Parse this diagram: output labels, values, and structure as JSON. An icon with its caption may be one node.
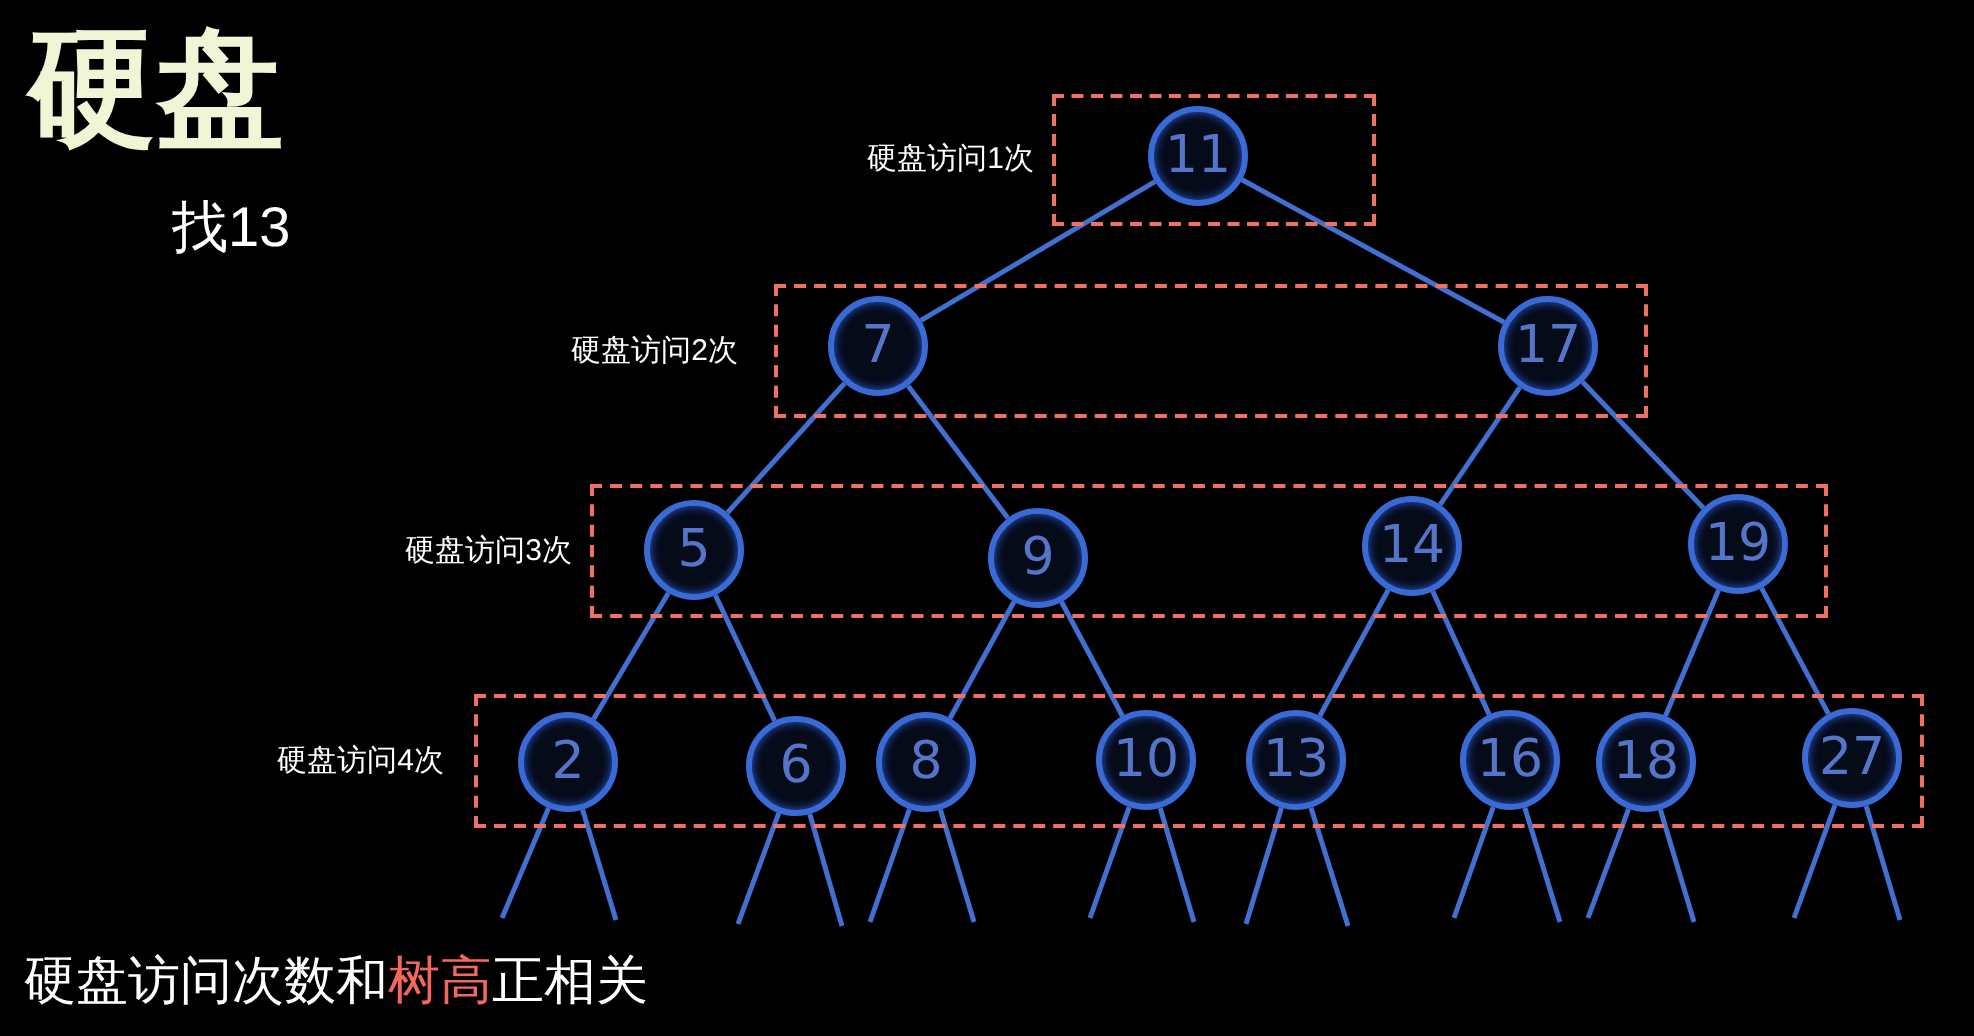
{
  "diagram": {
    "title": "硬盘",
    "caption": "硬盘访问次数和**树高**正相关",
    "nodes": [
      {
        "text": [
          "硬盘访问1次"
        ]
      },
      {
        "text": [
          "11"
        ],
        "in": 0
      },
      {
        "text": [
          "硬盘访问2次"
        ]
      },
      {
        "text": [
          "7"
        ],
        "in": 2
      },
      {
        "text": [
          "17"
        ],
        "in": 2
      },
      {
        "text": [
          "硬盘访问3次"
        ]
      },
      {
        "text": [
          "5"
        ],
        "in": 5
      },
      {
        "text": [
          "9"
        ],
        "in": 5
      },
      {
        "text": [
          "14"
        ],
        "in": 5
      },
      {
        "text": [
          "19"
        ],
        "in": 5
      },
      {
        "text": [
          "硬盘访问4次"
        ]
      },
      {
        "text": [
          "2"
        ],
        "in": 10
      },
      {
        "text": [
          "6"
        ],
        "in": 10
      },
      {
        "text": [
          "8"
        ],
        "in": 10
      },
      {
        "text": [
          "10"
        ],
        "in": 10
      },
      {
        "text": [
          "13"
        ],
        "in": 10
      },
      {
        "text": [
          "16"
        ],
        "in": 10
      },
      {
        "text": [
          "18"
        ],
        "in": 10
      },
      {
        "text": [
          "27"
        ],
        "in": 10
      }
    ],
    "edges": [
      {
        "from": 1,
        "to": 3,
        "arrow": "none"
      },
      {
        "from": 1,
        "to": 4,
        "arrow": "none"
      },
      {
        "from": 3,
        "to": 6,
        "arrow": "none"
      },
      {
        "from": 3,
        "to": 7,
        "arrow": "none"
      },
      {
        "from": 4,
        "to": 8,
        "arrow": "none"
      },
      {
        "from": 4,
        "to": 9,
        "arrow": "none"
      },
      {
        "from": 6,
        "to": 11,
        "arrow": "none"
      },
      {
        "from": 6,
        "to": 12,
        "arrow": "none"
      },
      {
        "from": 7,
        "to": 13,
        "arrow": "none"
      },
      {
        "from": 7,
        "to": 14,
        "arrow": "none"
      },
      {
        "from": 8,
        "to": 15,
        "arrow": "none"
      },
      {
        "from": 8,
        "to": 16,
        "arrow": "none"
      },
      {
        "from": 9,
        "to": 17,
        "arrow": "none"
      },
      {
        "from": 9,
        "to": 18,
        "arrow": "none"
      },
      {
        "from": 11,
        "to": null,
        "arrow": "none"
      },
      {
        "from": 11,
        "to": null,
        "arrow": "none"
      },
      {
        "from": 12,
        "to": null,
        "arrow": "none"
      },
      {
        "from": 12,
        "to": null,
        "arrow": "none"
      },
      {
        "from": 13,
        "to": null,
        "arrow": "none"
      },
      {
        "from": 13,
        "to": null,
        "arrow": "none"
      },
      {
        "from": 14,
        "to": null,
        "arrow": "none"
      },
      {
        "from": 14,
        "to": null,
        "arrow": "none"
      },
      {
        "from": 15,
        "to": null,
        "arrow": "none"
      },
      {
        "from": 15,
        "to": null,
        "arrow": "none"
      },
      {
        "from": 16,
        "to": null,
        "arrow": "none"
      },
      {
        "from": 16,
        "to": null,
        "arrow": "none"
      },
      {
        "from": 17,
        "to": null,
        "arrow": "none"
      },
      {
        "from": 17,
        "to": null,
        "arrow": "none"
      },
      {
        "from": 18,
        "to": null,
        "arrow": "none"
      },
      {
        "from": 18,
        "to": null,
        "arrow": "none"
      }
    ],
    "labels": [
      "找13"
    ]
  }
}
